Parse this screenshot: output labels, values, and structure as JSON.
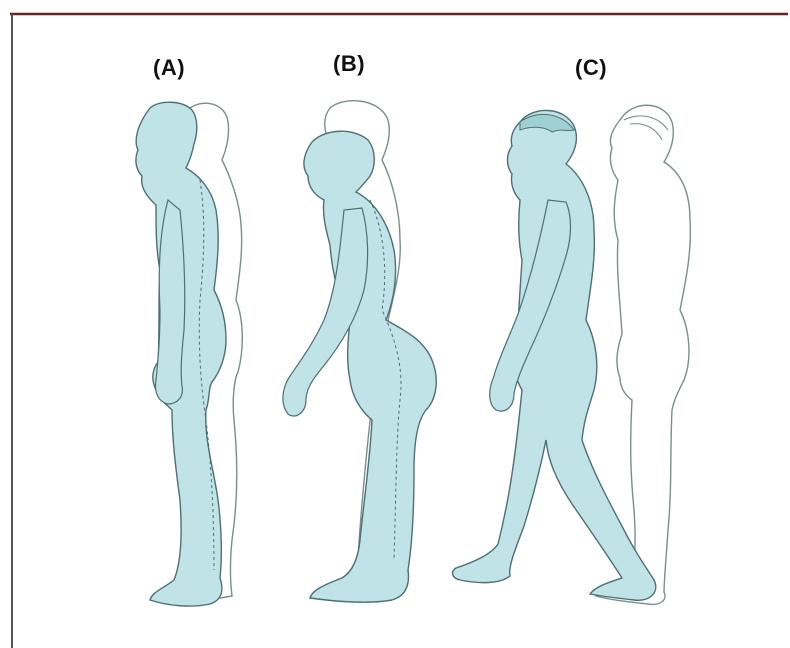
{
  "figure": {
    "panels": [
      {
        "id": "A",
        "label": "(A)"
      },
      {
        "id": "B",
        "label": "(B)"
      },
      {
        "id": "C",
        "label": "(C)"
      }
    ]
  },
  "colors": {
    "fill_figure": "#bfe3e6",
    "outline": "#4f6f74",
    "ghost_outline": "#7a8d8f",
    "frame_border": "#6b2222",
    "frame_border_side": "#555555",
    "background": "#ffffff"
  }
}
